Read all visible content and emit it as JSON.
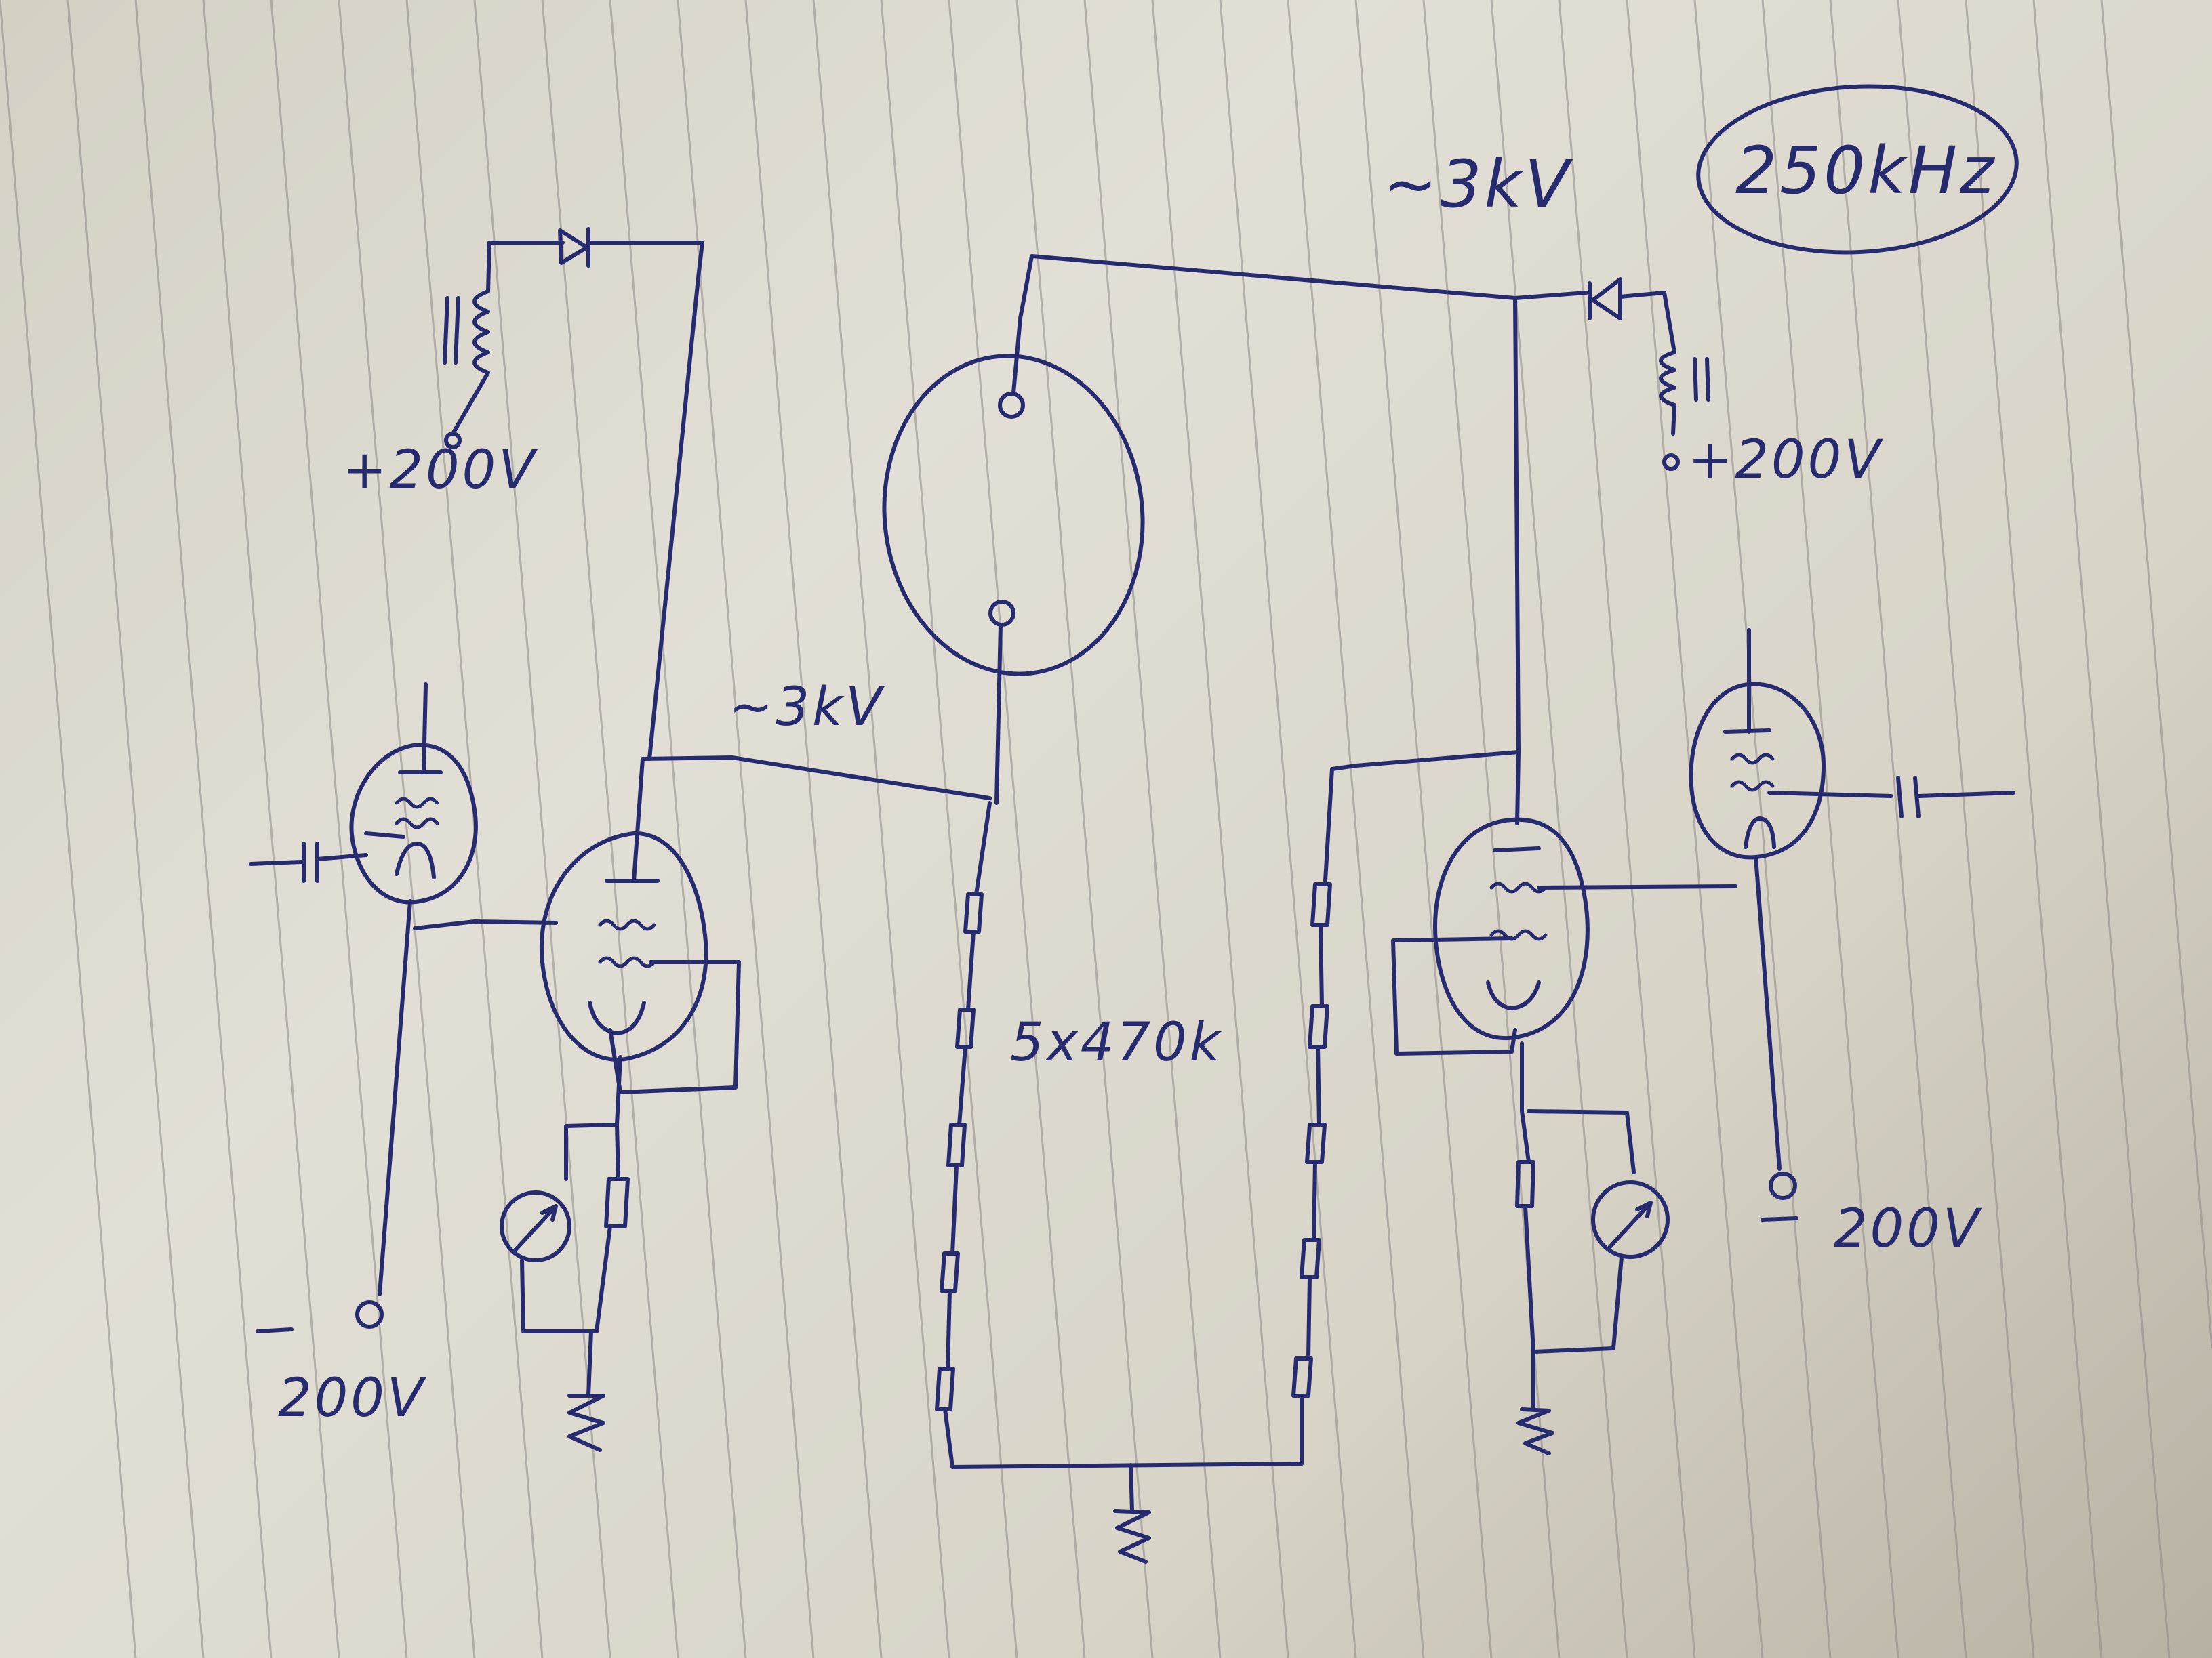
{
  "labels": {
    "top_voltage": "~3kV",
    "frequency": "250kHz",
    "left_supply": "+200V",
    "right_supply": "+200V",
    "mid_voltage": "~3kV",
    "resistor_chain": "5x470k",
    "left_neg_supply": "200V",
    "right_neg_supply": "200V"
  },
  "colors": {
    "ink": "#262a6e",
    "paper": "#dedbd2",
    "rule_lines": "#8e8a86"
  }
}
